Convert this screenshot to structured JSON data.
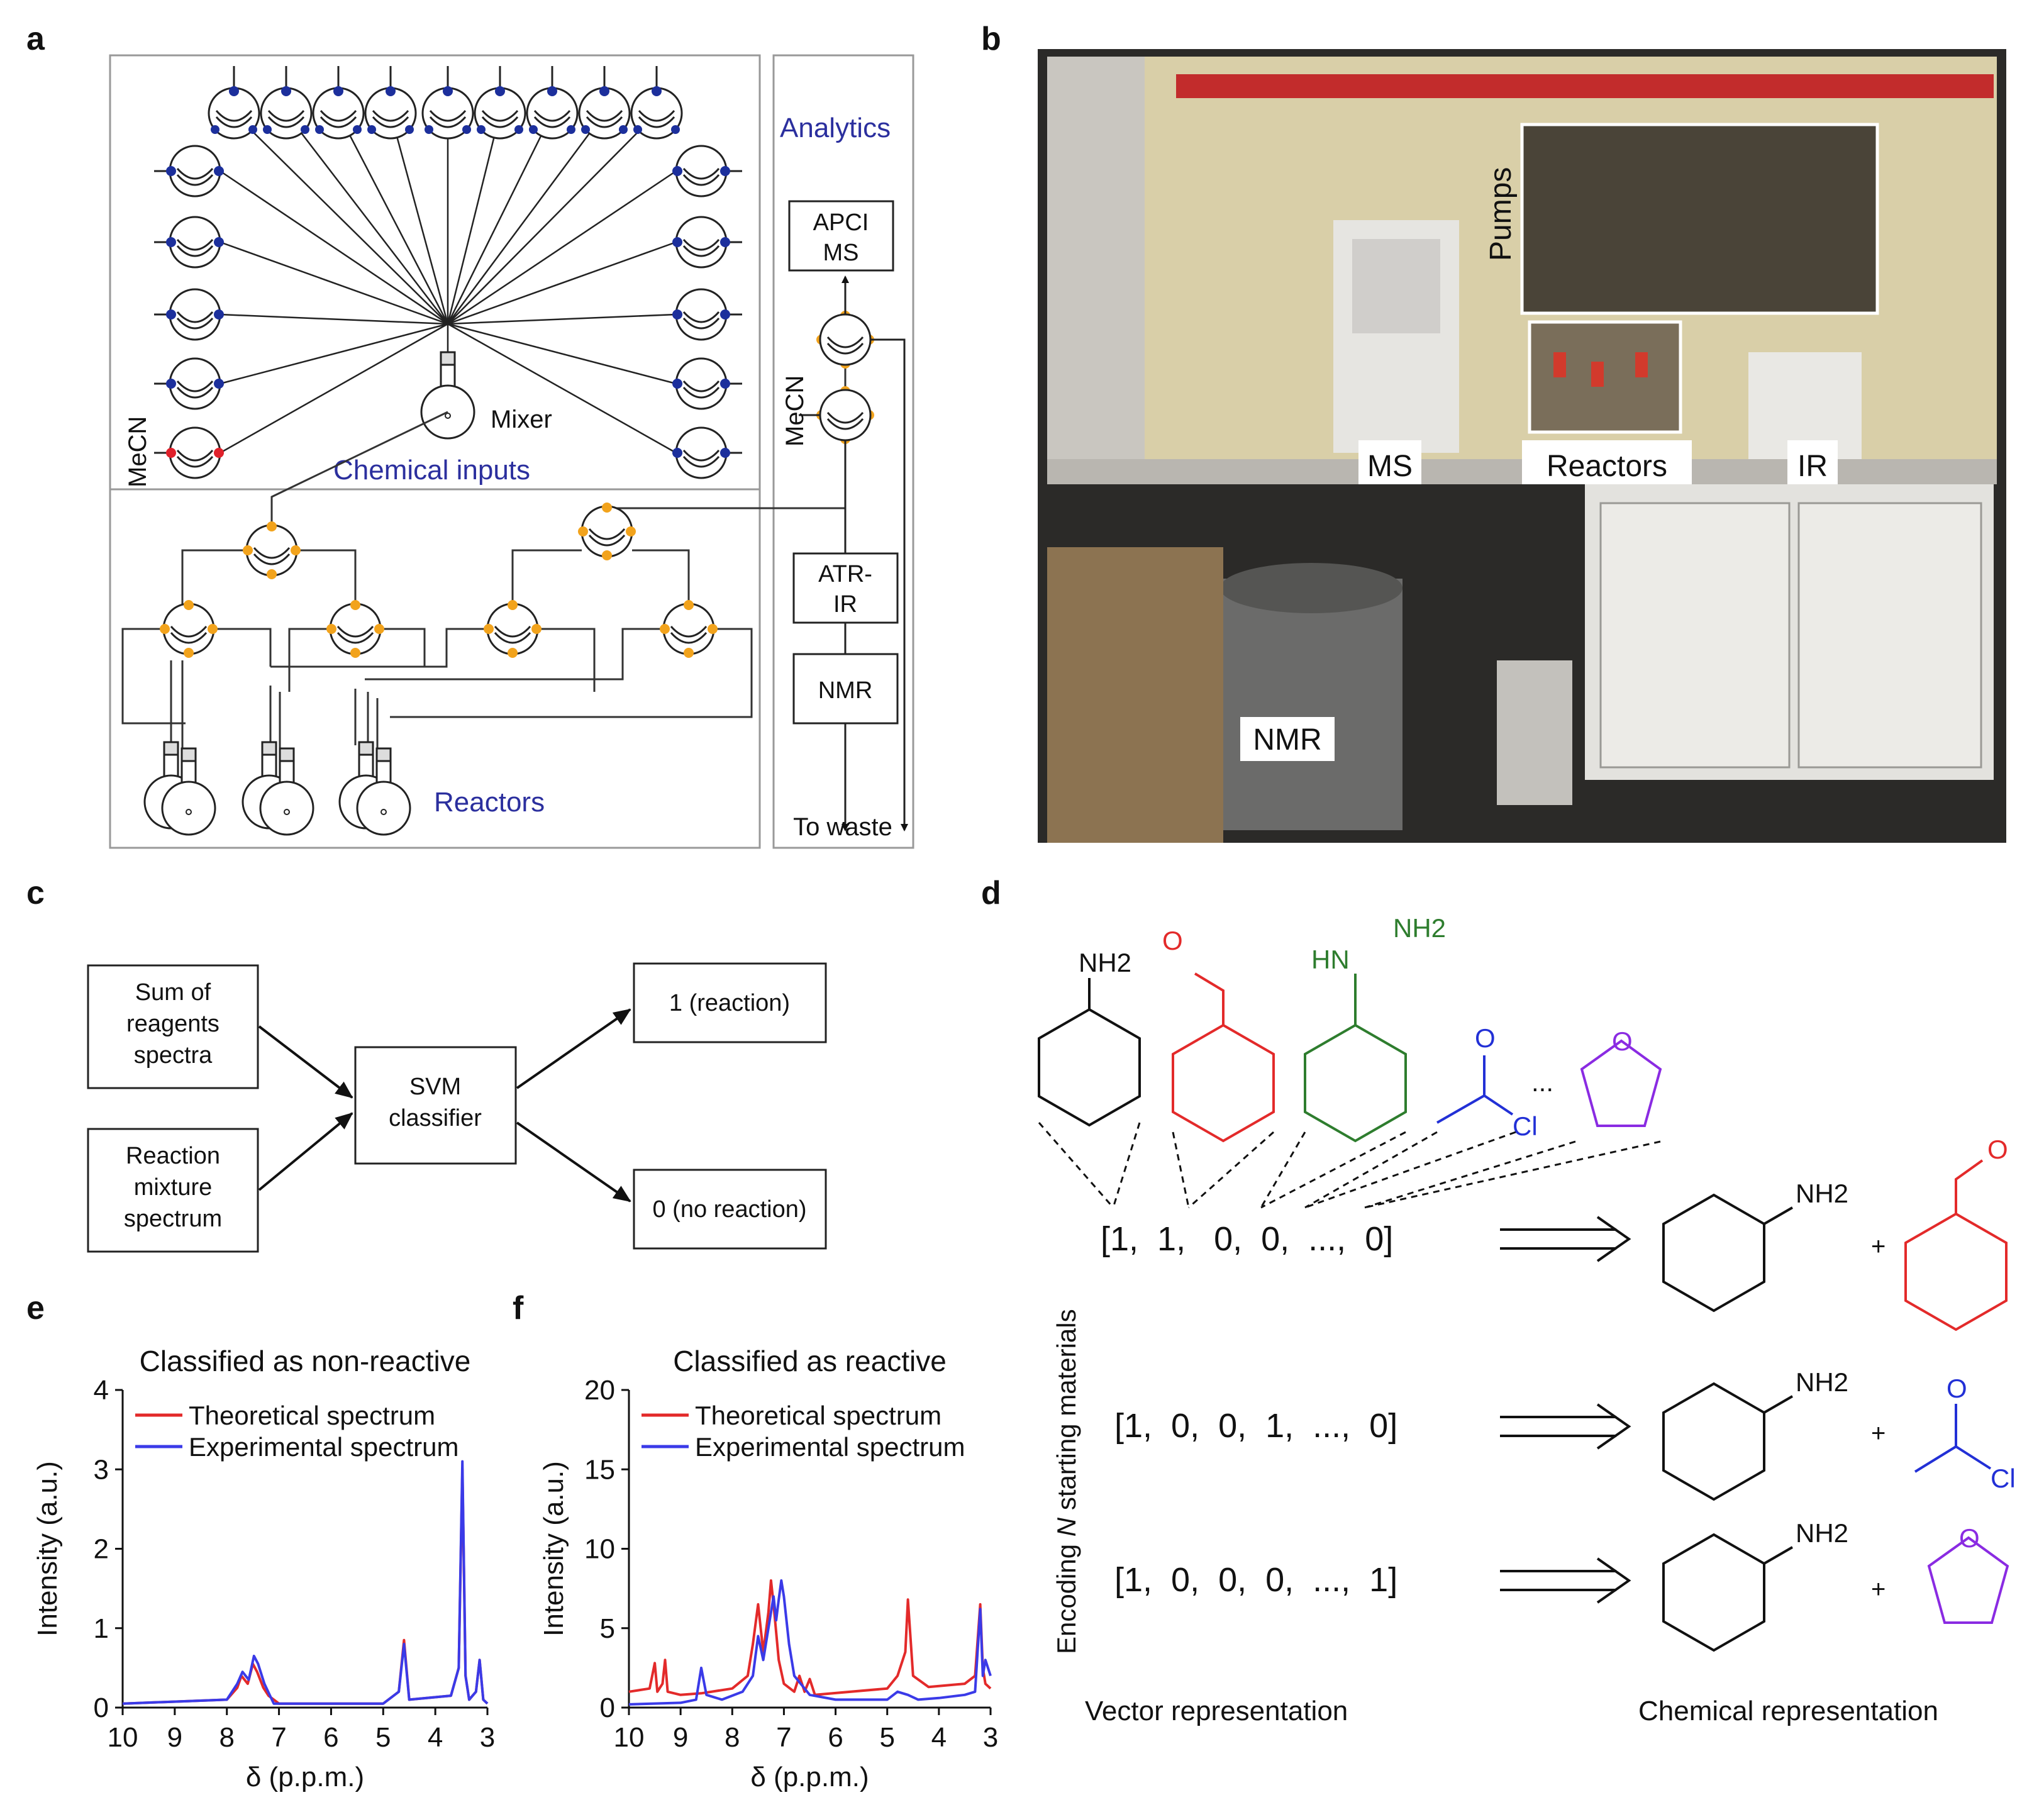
{
  "panels": {
    "a": "a",
    "b": "b",
    "c": "c",
    "d": "d",
    "e": "e",
    "f": "f"
  },
  "a": {
    "analytics": "Analytics",
    "apci_line1": "APCI",
    "apci_line2": "MS",
    "mecn_left": "MeCN",
    "mecn_right": "MeCN",
    "mixer": "Mixer",
    "chemical_inputs": "Chemical inputs",
    "atr_line1": "ATR-",
    "atr_line2": "IR",
    "nmr": "NMR",
    "reactors": "Reactors",
    "to_waste": "To waste",
    "colors": {
      "blue_label": "#2b2f9e",
      "dot_blue": "#1c2f9c",
      "dot_red": "#e0202a",
      "dot_orange": "#f2a31c"
    }
  },
  "b": {
    "pumps": "Pumps",
    "ms": "MS",
    "reactors": "Reactors",
    "ir": "IR",
    "nmr": "NMR"
  },
  "c": {
    "input1": [
      "Sum of",
      "reagents",
      "spectra"
    ],
    "input2": [
      "Reaction",
      "mixture",
      "spectrum"
    ],
    "classifier": [
      "SVM",
      "classifier"
    ],
    "out1": "1 (reaction)",
    "out0": "0 (no reaction)"
  },
  "d": {
    "nh2": "NH2",
    "hn": "HN",
    "o": "O",
    "cl": "Cl",
    "dots": "...",
    "plus": "+",
    "vectors": [
      "[1,  1,   0,  0,  ...,  0]",
      "[1,  0,  0,  1,  ...,  0]",
      "[1,  0,  0,  0,  ...,  1]"
    ],
    "axis_label_pre": "Encoding ",
    "axis_label_n": "N",
    "axis_label_post": " starting materials",
    "vector_rep": "Vector representation",
    "chemical_rep": "Chemical representation",
    "colors": {
      "red": "#e32a2a",
      "green": "#2e7d2e",
      "blue": "#2230d6",
      "purple": "#8a2be2"
    }
  },
  "chart_data": [
    {
      "type": "line",
      "title": "Classified as non-reactive",
      "xlabel": "δ (p.p.m.)",
      "ylabel": "Intensity (a.u.)",
      "xlim": [
        10,
        3
      ],
      "ylim": [
        0,
        4
      ],
      "xticks": [
        10,
        9,
        8,
        7,
        6,
        5,
        4,
        3
      ],
      "yticks": [
        0,
        1,
        2,
        3,
        4
      ],
      "legend_position": "top",
      "series": [
        {
          "name": "Theoretical spectrum",
          "color": "#e32a2a",
          "x": [
            10,
            8.0,
            7.8,
            7.72,
            7.6,
            7.5,
            7.42,
            7.3,
            7.2,
            7.0,
            5.0,
            4.7,
            4.6,
            4.5,
            3.7,
            3.55,
            3.48,
            3.42,
            3.35,
            3.22,
            3.15,
            3.08,
            3.0
          ],
          "y": [
            0.05,
            0.1,
            0.25,
            0.4,
            0.3,
            0.55,
            0.45,
            0.25,
            0.15,
            0.05,
            0.05,
            0.2,
            0.85,
            0.1,
            0.15,
            0.5,
            3.0,
            0.4,
            0.1,
            0.2,
            0.6,
            0.1,
            0.05
          ]
        },
        {
          "name": "Experimental spectrum",
          "color": "#3a3ae8",
          "x": [
            10,
            8.0,
            7.8,
            7.7,
            7.58,
            7.48,
            7.4,
            7.28,
            7.1,
            5.0,
            4.7,
            4.6,
            4.5,
            3.7,
            3.55,
            3.48,
            3.42,
            3.35,
            3.22,
            3.15,
            3.08,
            3.0
          ],
          "y": [
            0.05,
            0.1,
            0.3,
            0.45,
            0.35,
            0.65,
            0.55,
            0.3,
            0.05,
            0.05,
            0.2,
            0.8,
            0.1,
            0.15,
            0.5,
            3.1,
            0.4,
            0.1,
            0.2,
            0.6,
            0.1,
            0.05
          ]
        }
      ]
    },
    {
      "type": "line",
      "title": "Classified as reactive",
      "xlabel": "δ (p.p.m.)",
      "ylabel": "Intensity (a.u.)",
      "xlim": [
        10,
        3
      ],
      "ylim": [
        0,
        20
      ],
      "xticks": [
        10,
        9,
        8,
        7,
        6,
        5,
        4,
        3
      ],
      "yticks": [
        0,
        5,
        10,
        15,
        20
      ],
      "legend_position": "top",
      "series": [
        {
          "name": "Theoretical spectrum",
          "color": "#e32a2a",
          "x": [
            10,
            9.6,
            9.5,
            9.45,
            9.35,
            9.3,
            9.25,
            9.0,
            8.6,
            8.0,
            7.7,
            7.6,
            7.5,
            7.45,
            7.4,
            7.3,
            7.25,
            7.2,
            7.1,
            7.0,
            6.8,
            6.7,
            6.6,
            6.5,
            6.4,
            5.0,
            4.8,
            4.65,
            4.6,
            4.5,
            4.2,
            3.5,
            3.3,
            3.2,
            3.15,
            3.1,
            3.0
          ],
          "y": [
            1.0,
            1.2,
            2.8,
            1.0,
            1.5,
            3.0,
            1.0,
            0.8,
            0.9,
            1.2,
            2.0,
            4.0,
            6.5,
            5.0,
            3.5,
            6.0,
            8.0,
            6.5,
            3.0,
            1.5,
            1.0,
            2.0,
            1.0,
            1.8,
            0.8,
            1.2,
            2.0,
            3.5,
            6.8,
            2.0,
            1.3,
            1.5,
            2.0,
            6.5,
            2.5,
            1.5,
            1.2
          ]
        },
        {
          "name": "Experimental spectrum",
          "color": "#3a3ae8",
          "x": [
            10,
            9.0,
            8.7,
            8.6,
            8.5,
            8.2,
            7.8,
            7.6,
            7.5,
            7.4,
            7.3,
            7.2,
            7.15,
            7.1,
            7.05,
            7.0,
            6.9,
            6.8,
            6.5,
            6.0,
            5.0,
            4.8,
            4.6,
            4.4,
            4.0,
            3.5,
            3.3,
            3.2,
            3.15,
            3.1,
            3.05,
            3.0
          ],
          "y": [
            0.2,
            0.3,
            0.5,
            2.5,
            0.8,
            0.5,
            1.0,
            2.0,
            4.5,
            3.0,
            5.0,
            7.0,
            5.5,
            6.8,
            8.0,
            7.0,
            4.0,
            2.0,
            0.8,
            0.5,
            0.5,
            1.0,
            0.8,
            0.5,
            0.6,
            0.8,
            1.0,
            6.2,
            2.0,
            3.0,
            2.5,
            2.0
          ]
        }
      ]
    }
  ]
}
